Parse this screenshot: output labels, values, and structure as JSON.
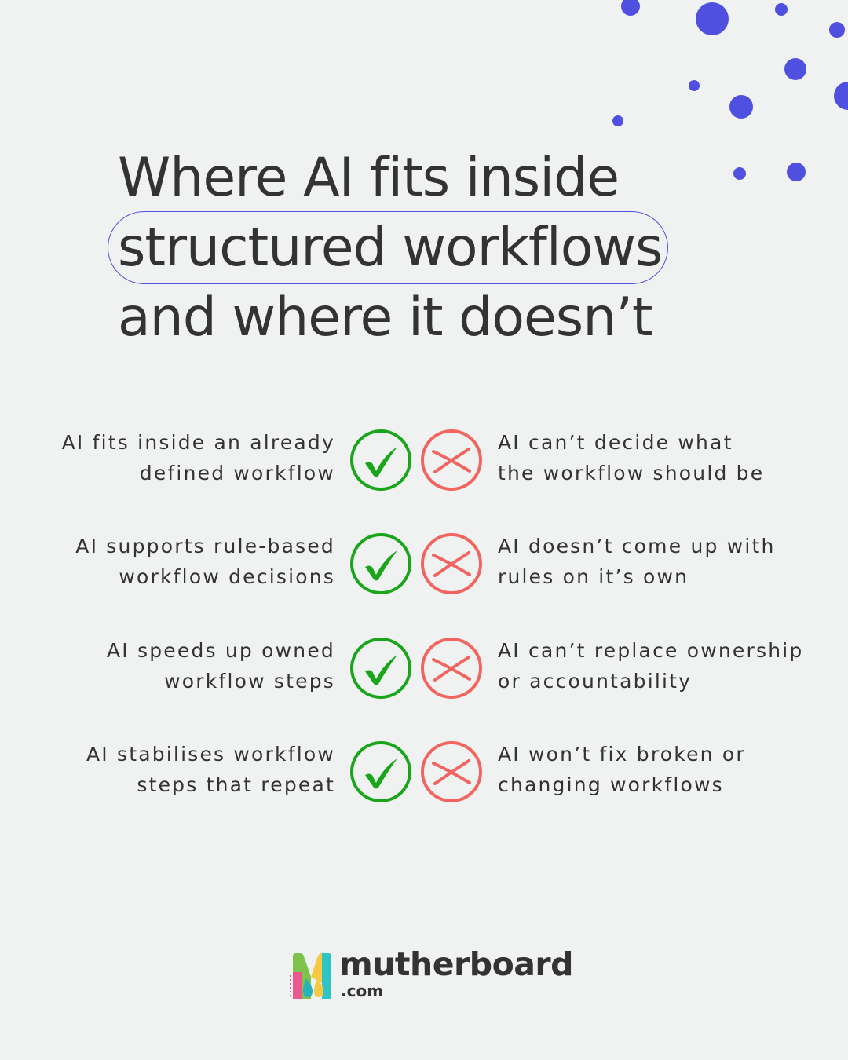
{
  "colors": {
    "background": "#f0f2f1",
    "text": "#333333",
    "accent_dots": "#5050e0",
    "check": "#1aa51a",
    "cross": "#f06560"
  },
  "title": {
    "line1": "Where AI fits inside",
    "line2": "structured workflows",
    "line3": "and where it doesn’t"
  },
  "rows": [
    {
      "fits": [
        "AI fits inside an already",
        "defined workflow"
      ],
      "not": [
        "AI can’t decide what",
        "the workflow should be"
      ]
    },
    {
      "fits": [
        "AI supports rule-based",
        "workflow decisions"
      ],
      "not": [
        "AI doesn’t come up with",
        "rules on it’s own"
      ]
    },
    {
      "fits": [
        "AI speeds up owned",
        "workflow steps"
      ],
      "not": [
        "AI can’t replace ownership",
        "or accountability"
      ]
    },
    {
      "fits": [
        "AI stabilises workflow",
        "steps that repeat"
      ],
      "not": [
        "AI won’t fix broken or",
        "changing workflows"
      ]
    }
  ],
  "icons": {
    "fits": "checkmark-circle-icon",
    "not": "cross-circle-icon"
  },
  "logo": {
    "name": "mutherboard",
    "suffix": ".com"
  }
}
